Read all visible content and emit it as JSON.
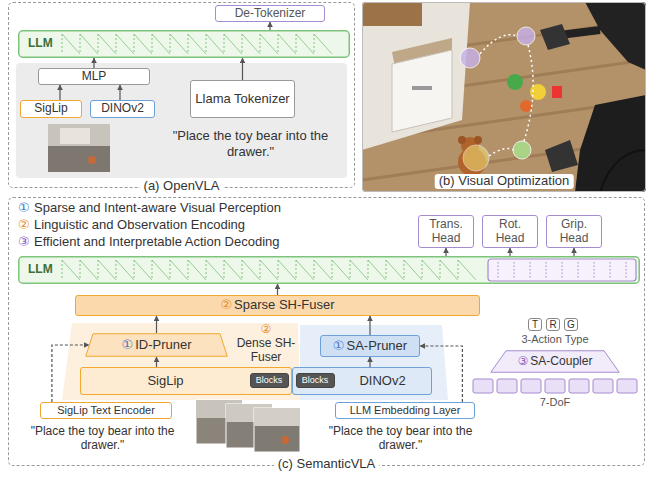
{
  "diagram": {
    "nodes": [
      {
        "text": [
          "(a) OpenVLA"
        ]
      },
      {
        "text": [
          "De-Tokenizer"
        ],
        "in": 0
      },
      {
        "text": [
          "LLM"
        ],
        "in": 0
      },
      {
        "text": [
          "MLP"
        ],
        "in": 0
      },
      {
        "text": [
          "SigLip"
        ],
        "in": 0
      },
      {
        "text": [
          "DINOv2"
        ],
        "in": 0
      },
      {
        "text": [
          "Llama Tokenizer"
        ],
        "in": 0
      },
      {
        "text": [
          "(b) Visual Optimization"
        ]
      },
      {
        "text": [
          "(c) SemanticVLA"
        ]
      },
      {
        "text": [
          "Trans. Head"
        ],
        "in": 8
      },
      {
        "text": [
          "Rot. Head"
        ],
        "in": 8
      },
      {
        "text": [
          "Grip. Head"
        ],
        "in": 8
      },
      {
        "text": [
          "LLM"
        ],
        "in": 8
      },
      {
        "text": [
          "②",
          "Sparse SH-Fuser"
        ],
        "in": 8
      },
      {
        "text": [
          "T"
        ],
        "in": 8
      },
      {
        "text": [
          "R"
        ],
        "in": 8
      },
      {
        "text": [
          "G"
        ],
        "in": 8
      },
      {
        "text": [
          "③",
          "SA-Coupler"
        ],
        "in": 8
      },
      {
        "text": [
          "①",
          "ID-Pruner"
        ],
        "in": 8
      },
      {
        "text": [
          "①",
          "SA-Pruner"
        ],
        "in": 8
      },
      {
        "text": [
          "SigLip"
        ],
        "in": 8
      },
      {
        "text": [
          "Blocks"
        ],
        "in": 20
      },
      {
        "text": [
          "DINOv2"
        ],
        "in": 8
      },
      {
        "text": [
          "Blocks"
        ],
        "in": 22
      },
      {
        "text": [
          "SigLip Text Encoder"
        ],
        "in": 8
      },
      {
        "text": [
          "LLM Embedding Layer"
        ],
        "in": 8
      }
    ],
    "edges": [
      {
        "from": 2,
        "to": 1,
        "arrow": "to"
      },
      {
        "from": 3,
        "to": 2,
        "arrow": "to"
      },
      {
        "from": 4,
        "to": 3,
        "arrow": "to"
      },
      {
        "from": 5,
        "to": 3,
        "arrow": "to"
      },
      {
        "from": 6,
        "to": 2,
        "arrow": "to"
      },
      {
        "from": 13,
        "to": 12,
        "arrow": "to"
      },
      {
        "from": 18,
        "to": 13,
        "arrow": "to"
      },
      {
        "from": 19,
        "to": 13,
        "arrow": "to"
      },
      {
        "from": 20,
        "to": 18,
        "arrow": "to"
      },
      {
        "from": 22,
        "to": 19,
        "arrow": "to"
      },
      {
        "from": 25,
        "to": 19,
        "arrow": "to"
      },
      {
        "from": 24,
        "to": 18,
        "arrow": "to"
      },
      {
        "from": 12,
        "to": 9,
        "arrow": "to"
      },
      {
        "from": 12,
        "to": 10,
        "arrow": "to"
      },
      {
        "from": 12,
        "to": 11,
        "arrow": "to"
      }
    ],
    "labels": [
      "\"Place the toy bear into the drawer.\"",
      "①",
      "Sparse and Intent-aware Visual Perception",
      "②",
      "Linguistic and Observation Encoding",
      "③",
      "Efficient and Interpretable Action Decoding",
      "②",
      "Dense SH-Fuser",
      "3-Action Type",
      "7-DoF",
      "\"Place the toy bear into the drawer.\"",
      "\"Place the toy bear into the drawer.\""
    ]
  }
}
